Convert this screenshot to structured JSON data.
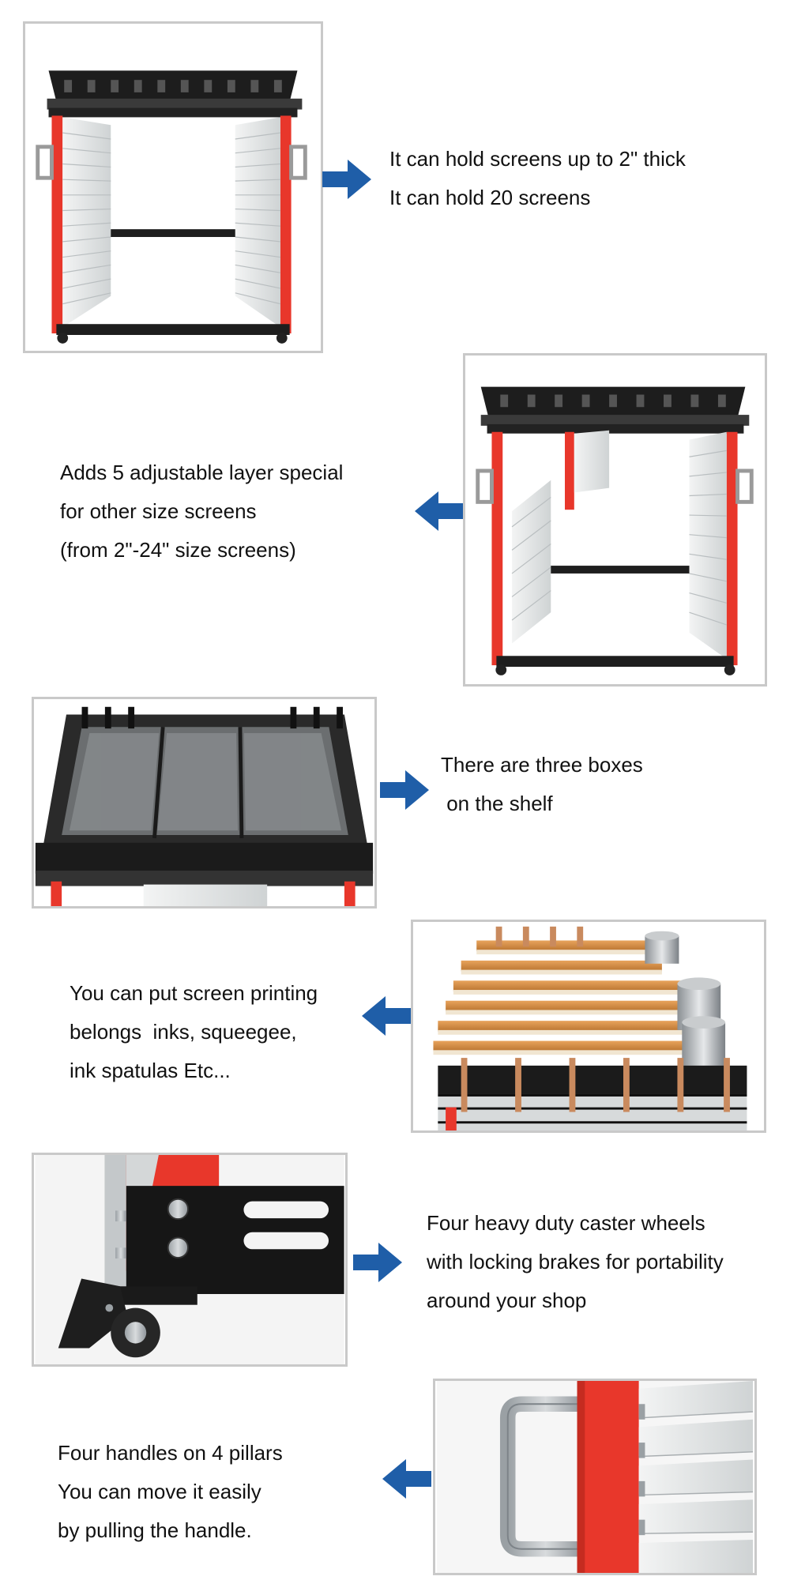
{
  "accent_color": "#1f5ea8",
  "sections": [
    {
      "arrow": "arrow-right-icon",
      "image": "screen-rack-front-view",
      "lines": [
        "It can hold screens up to 2\" thick",
        "It can hold 20 screens"
      ]
    },
    {
      "arrow": "arrow-left-icon",
      "image": "screen-rack-adjustable-layers",
      "lines": [
        "Adds 5 adjustable layer special",
        "for other size screens",
        "(from 2\"-24\" size screens)"
      ]
    },
    {
      "arrow": "arrow-right-icon",
      "image": "shelf-three-boxes",
      "lines": [
        "There are three boxes",
        " on the shelf"
      ]
    },
    {
      "arrow": "arrow-left-icon",
      "image": "shelf-with-squeegees-and-inks",
      "lines": [
        "You can put screen printing",
        "belongs  inks, squeegee,",
        "ink spatulas Etc..."
      ]
    },
    {
      "arrow": "arrow-right-icon",
      "image": "caster-wheel-closeup",
      "lines": [
        "Four heavy duty caster wheels",
        "with locking brakes for portability",
        "around your shop"
      ]
    },
    {
      "arrow": "arrow-left-icon",
      "image": "pillar-handle-closeup",
      "lines": [
        "Four handles on 4 pillars",
        "You can move it easily",
        "by pulling the handle."
      ]
    }
  ]
}
